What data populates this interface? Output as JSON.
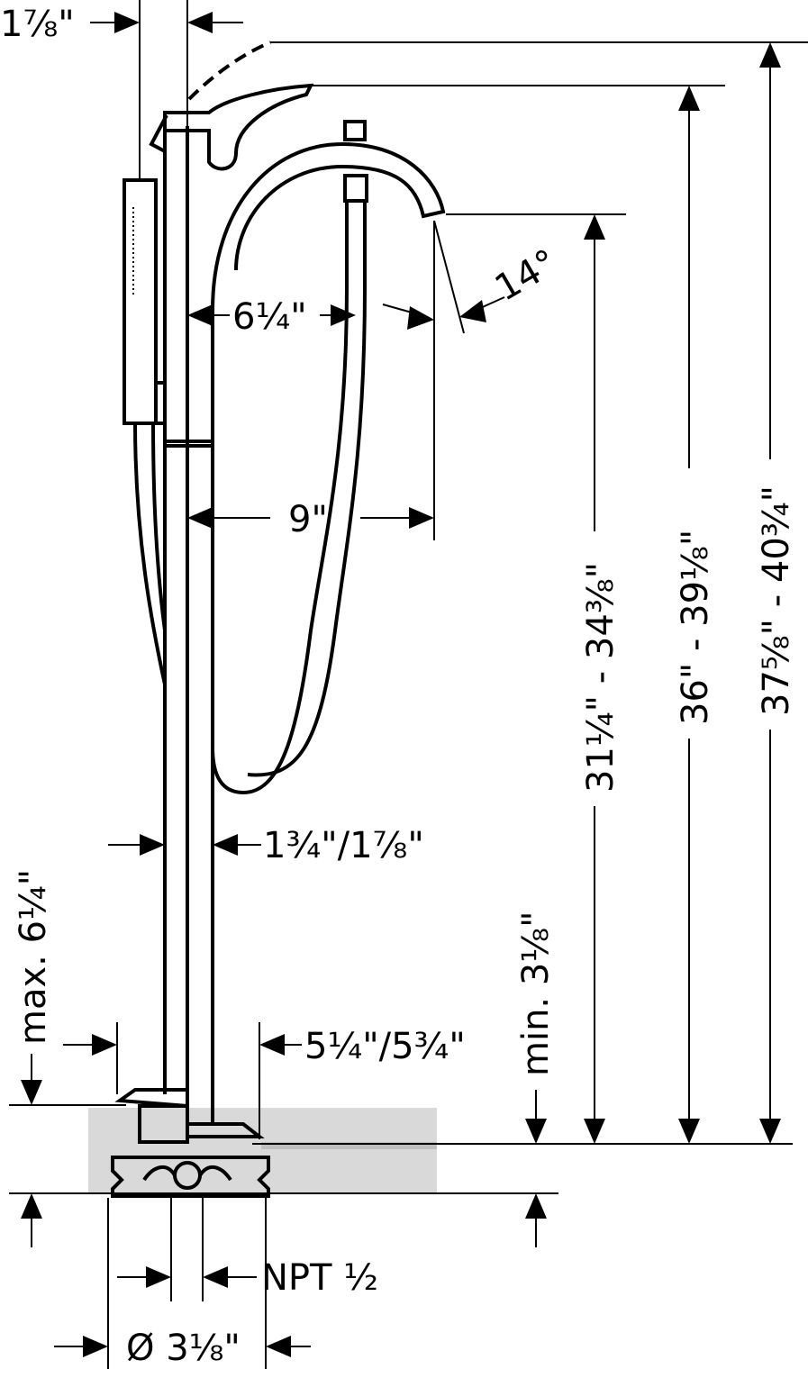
{
  "diagram": {
    "title": "Freestanding tub filler dimension drawing",
    "colors": {
      "line": "#000000",
      "floor": "#d9d9d9"
    },
    "labels": {
      "top_offset": "1⅞\"",
      "spout_reach_inner": "6¼\"",
      "spout_angle": "14°",
      "spout_reach": "9\"",
      "spout_height": "31¼\" - 34⅜\"",
      "handle_height": "36\" - 39⅛\"",
      "overall_height": "37⅝\" - 40¾\"",
      "column_diameter": "1¾\"/1⅞\"",
      "max_floor": "max. 6¼\"",
      "min_floor": "min. 3⅛\"",
      "base_diameter": "5¼\"/5¾\"",
      "connection": "NPT ½",
      "rough_diameter": "Ø 3⅛\""
    }
  }
}
